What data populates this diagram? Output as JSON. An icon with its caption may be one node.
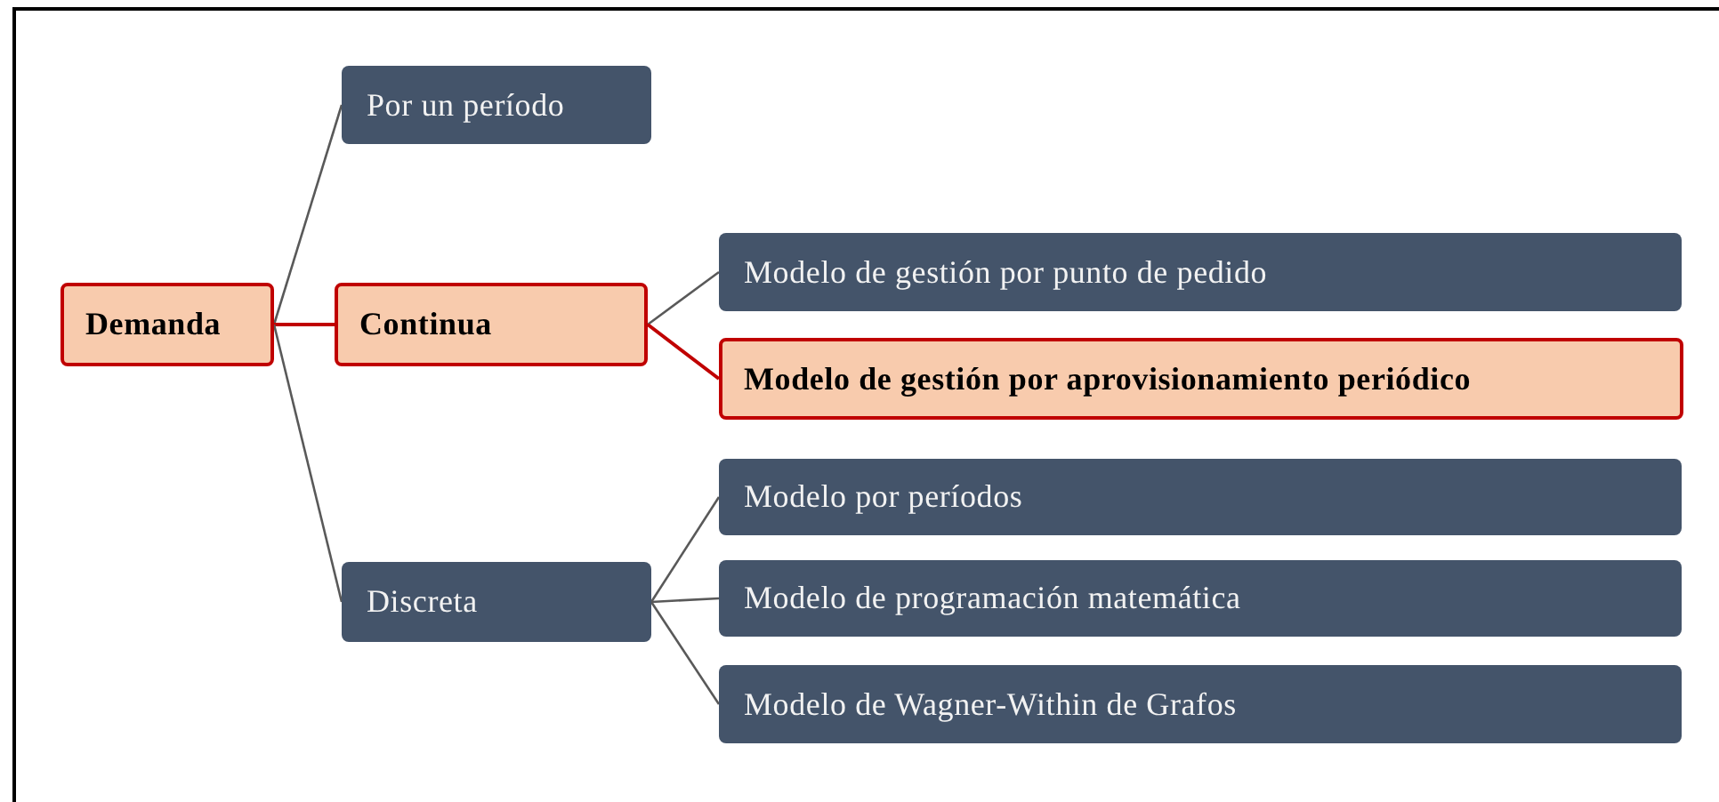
{
  "diagram": {
    "nodes": [
      {
        "text": [
          "Demanda"
        ]
      },
      {
        "text": [
          "Por un período"
        ]
      },
      {
        "text": [
          "Continua"
        ]
      },
      {
        "text": [
          "Discreta"
        ]
      },
      {
        "text": [
          "Modelo de gestión por punto de pedido"
        ]
      },
      {
        "text": [
          "Modelo de gestión por aprovisionamiento periódico"
        ]
      },
      {
        "text": [
          "Modelo por períodos"
        ]
      },
      {
        "text": [
          "Modelo de programación matemática"
        ]
      },
      {
        "text": [
          "Modelo de Wagner-Within de Grafos"
        ]
      }
    ],
    "edges": [
      {
        "from": 0,
        "to": 1,
        "arrow": "none"
      },
      {
        "from": 0,
        "to": 2,
        "arrow": "none",
        "color": "#c00000"
      },
      {
        "from": 0,
        "to": 3,
        "arrow": "none"
      },
      {
        "from": 2,
        "to": 4,
        "arrow": "none"
      },
      {
        "from": 2,
        "to": 5,
        "arrow": "none",
        "color": "#c00000"
      },
      {
        "from": 3,
        "to": 6,
        "arrow": "none"
      },
      {
        "from": 3,
        "to": 7,
        "arrow": "none"
      },
      {
        "from": 3,
        "to": 8,
        "arrow": "none"
      }
    ]
  }
}
